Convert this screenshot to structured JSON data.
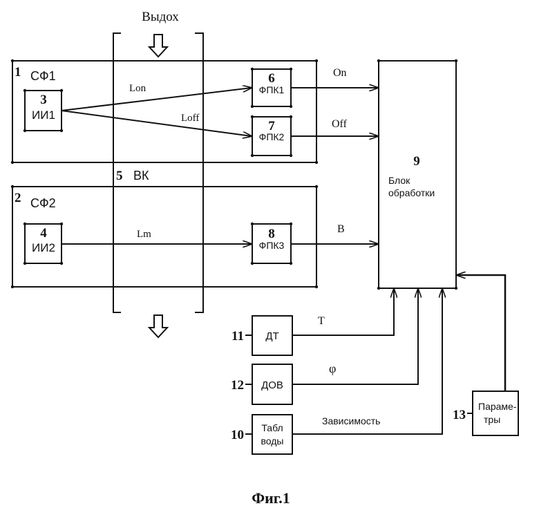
{
  "exhale_label": "Выдох",
  "channel": {
    "number": "5",
    "label": "ВК"
  },
  "filter1": {
    "number": "1",
    "label": "СФ1"
  },
  "filter2": {
    "number": "2",
    "label": "СФ2"
  },
  "emitter1": {
    "number": "3",
    "label": "ИИ1"
  },
  "emitter2": {
    "number": "4",
    "label": "ИИ2"
  },
  "receiver1": {
    "number": "6",
    "label": "ФПК1"
  },
  "receiver2": {
    "number": "7",
    "label": "ФПК2"
  },
  "receiver3": {
    "number": "8",
    "label": "ФПК3"
  },
  "processing": {
    "number": "9",
    "line1": "Блок",
    "line2": "обработки"
  },
  "beams": {
    "on": "Lon",
    "off": "Loff",
    "m": "Lm"
  },
  "signals": {
    "on": "On",
    "off": "Off",
    "b": "B",
    "t": "T",
    "phi": "φ",
    "dependence": "Зависимость"
  },
  "temp_sensor": {
    "number": "11",
    "label": "ДТ"
  },
  "humidity_sensor": {
    "number": "12",
    "label": "ДОВ"
  },
  "water_table": {
    "number": "10",
    "line1": "Табл",
    "line2": "воды"
  },
  "parameters": {
    "number": "13",
    "line1": "Параме-",
    "line2": "тры"
  },
  "figure_caption": "Фиг.1"
}
